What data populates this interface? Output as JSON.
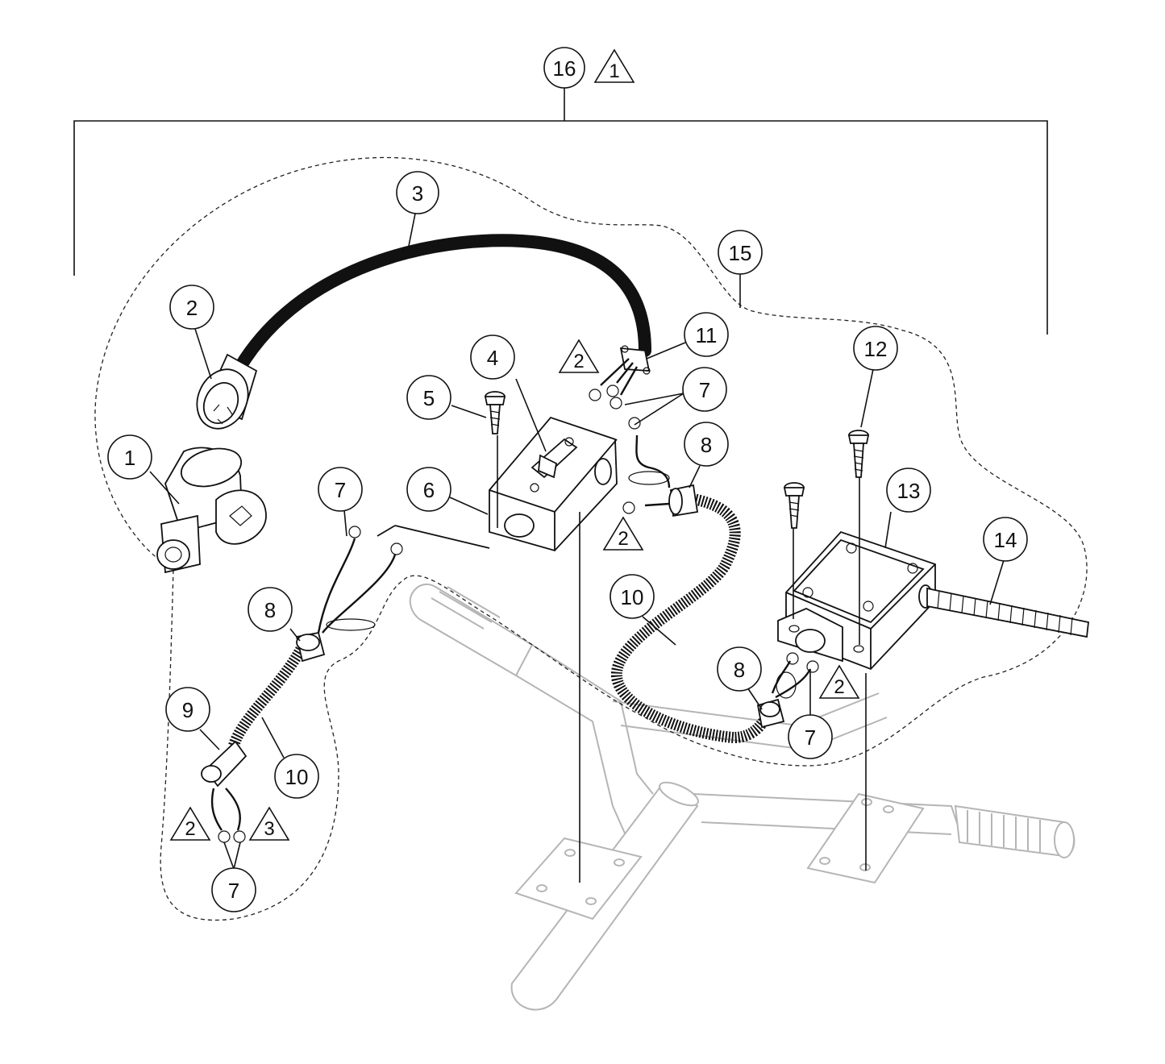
{
  "callouts": [
    {
      "id": "c16",
      "label": "16"
    },
    {
      "id": "c3",
      "label": "3"
    },
    {
      "id": "c15",
      "label": "15"
    },
    {
      "id": "c2",
      "label": "2"
    },
    {
      "id": "c1",
      "label": "1"
    },
    {
      "id": "c4",
      "label": "4"
    },
    {
      "id": "c11",
      "label": "11"
    },
    {
      "id": "c5",
      "label": "5"
    },
    {
      "id": "c7a",
      "label": "7"
    },
    {
      "id": "c8a",
      "label": "8"
    },
    {
      "id": "c12",
      "label": "12"
    },
    {
      "id": "c6",
      "label": "6"
    },
    {
      "id": "c7b",
      "label": "7"
    },
    {
      "id": "c13",
      "label": "13"
    },
    {
      "id": "c14",
      "label": "14"
    },
    {
      "id": "c10a",
      "label": "10"
    },
    {
      "id": "c8b",
      "label": "8"
    },
    {
      "id": "c8c",
      "label": "8"
    },
    {
      "id": "c9",
      "label": "9"
    },
    {
      "id": "c10b",
      "label": "10"
    },
    {
      "id": "c7c",
      "label": "7"
    },
    {
      "id": "c7d",
      "label": "7"
    }
  ],
  "notes": [
    {
      "id": "n1",
      "label": "1"
    },
    {
      "id": "n2a",
      "label": "2"
    },
    {
      "id": "n2b",
      "label": "2"
    },
    {
      "id": "n2c",
      "label": "2"
    },
    {
      "id": "n2d",
      "label": "2"
    },
    {
      "id": "n3",
      "label": "3"
    }
  ],
  "parts": [
    {
      "name": "receptacle",
      "icon": "receptacle-icon"
    },
    {
      "name": "plug",
      "icon": "plug-icon"
    },
    {
      "name": "cable",
      "icon": "cable-icon"
    },
    {
      "name": "switch",
      "icon": "toggle-switch-icon"
    },
    {
      "name": "screw",
      "icon": "screw-icon"
    },
    {
      "name": "switch-box",
      "icon": "box-icon"
    },
    {
      "name": "ring-terminal",
      "icon": "ring-terminal-icon"
    },
    {
      "name": "connector",
      "icon": "connector-icon"
    },
    {
      "name": "strain-relief",
      "icon": "strain-relief-icon"
    },
    {
      "name": "conduit",
      "icon": "conduit-icon"
    },
    {
      "name": "cable-clamp",
      "icon": "clamp-icon"
    },
    {
      "name": "junction-box",
      "icon": "junction-box-icon"
    },
    {
      "name": "threaded-rod",
      "icon": "threaded-rod-icon"
    },
    {
      "name": "handlebar-frame",
      "icon": "frame-icon"
    }
  ]
}
